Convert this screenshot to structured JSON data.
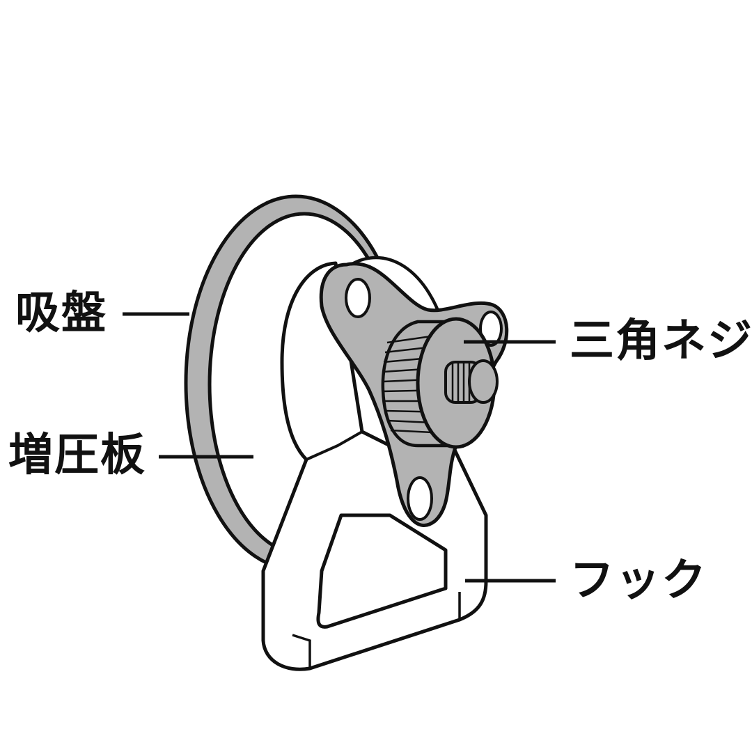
{
  "labels": {
    "suction_cup": "吸盤",
    "pressure_plate": "増圧板",
    "triangle_screw": "三角ネジ",
    "hook": "フック"
  },
  "colors": {
    "part_fill": "#b3b3b3",
    "outline": "#111111",
    "background": "#ffffff"
  }
}
